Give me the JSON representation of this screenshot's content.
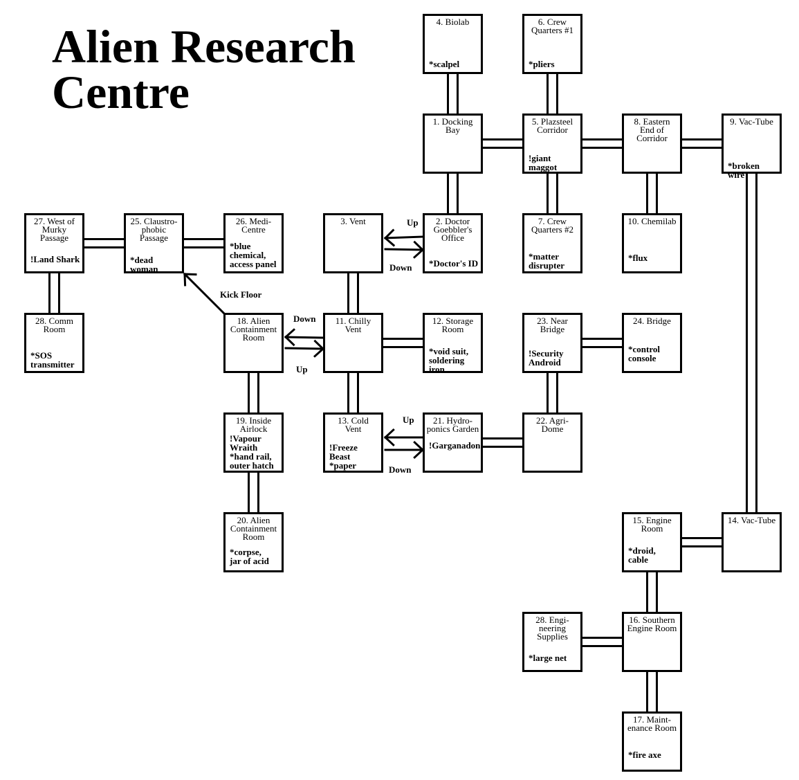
{
  "title": "Alien Research\nCentre",
  "rooms": {
    "r4": {
      "name": "4. Biolab",
      "items": "*scalpel"
    },
    "r6": {
      "name": "6. Crew\nQuarters #1",
      "items": "*pliers"
    },
    "r1": {
      "name": "1. Docking\nBay",
      "items": ""
    },
    "r5": {
      "name": "5. Plazsteel\nCorridor",
      "items": "!giant\nmaggot"
    },
    "r8": {
      "name": "8. Eastern\nEnd of\nCorridor",
      "items": ""
    },
    "r9": {
      "name": "9. Vac-Tube",
      "items": "*broken wire"
    },
    "r27": {
      "name": "27. West of\nMurky\nPassage",
      "items": "!Land Shark"
    },
    "r25": {
      "name": "25. Claustro-\nphobic\nPassage",
      "items": "*dead\nwoman"
    },
    "r26": {
      "name": "26. Medi-\nCentre",
      "items": "*blue\nchemical,\naccess panel"
    },
    "r3": {
      "name": "3. Vent",
      "items": ""
    },
    "r2": {
      "name": "2. Doctor\nGoebbler's\nOffice",
      "items": "*Doctor's ID"
    },
    "r7": {
      "name": "7. Crew\nQuarters #2",
      "items": "*matter\ndisrupter"
    },
    "r10": {
      "name": "10. Chemilab",
      "items": "*flux"
    },
    "r28a": {
      "name": "28. Comm\nRoom",
      "items": "*SOS\ntransmitter"
    },
    "r18": {
      "name": "18. Alien\nContainment\nRoom",
      "items": ""
    },
    "r11": {
      "name": "11. Chilly\nVent",
      "items": ""
    },
    "r12": {
      "name": "12. Storage\nRoom",
      "items": "*void suit,\nsoldering\niron"
    },
    "r23": {
      "name": "23. Near\nBridge",
      "items": "!Security\nAndroid"
    },
    "r24": {
      "name": "24. Bridge",
      "items": "*control\nconsole"
    },
    "r19": {
      "name": "19. Inside\nAirlock",
      "items": "!Vapour\nWraith\n*hand rail,\nouter hatch"
    },
    "r13": {
      "name": "13. Cold\nVent",
      "items": "!Freeze\nBeast\n*paper"
    },
    "r21": {
      "name": "21. Hydro-\nponics Garden",
      "items": "!Garganadon"
    },
    "r22": {
      "name": "22. Agri-\nDome",
      "items": ""
    },
    "r20": {
      "name": "20. Alien\nContainment\nRoom",
      "items": "*corpse,\njar of acid"
    },
    "r15": {
      "name": "15. Engine\nRoom",
      "items": "*droid,\ncable"
    },
    "r14": {
      "name": "14. Vac-Tube",
      "items": ""
    },
    "r28b": {
      "name": "28. Engi-\nneering\nSupplies",
      "items": "*large net"
    },
    "r16": {
      "name": "16. Southern\nEngine Room",
      "items": ""
    },
    "r17": {
      "name": "17. Maint-\nenance Room",
      "items": "*fire axe"
    }
  },
  "labels": {
    "up_vent": "Up",
    "down_vent": "Down",
    "kick_floor": "Kick Floor",
    "down_chilly": "Down",
    "up_chilly": "Up",
    "up_cold": "Up",
    "down_cold": "Down"
  }
}
